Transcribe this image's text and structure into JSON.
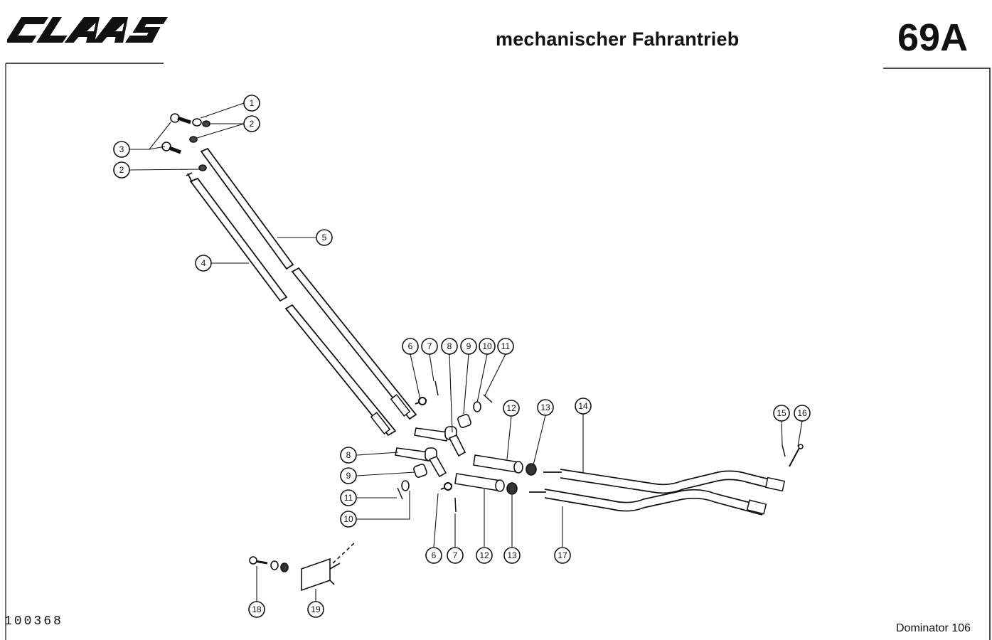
{
  "header": {
    "brand": "CLAAS",
    "title": "mechanischer Fahrantrieb",
    "sheet_number": "69A"
  },
  "footer": {
    "document_number": "100368",
    "model": "Dominator 106"
  },
  "callouts": [
    "1",
    "2",
    "3",
    "2",
    "5",
    "4",
    "6",
    "7",
    "8",
    "9",
    "10",
    "11",
    "12",
    "13",
    "14",
    "15",
    "16",
    "8",
    "9",
    "11",
    "10",
    "6",
    "7",
    "12",
    "13",
    "17",
    "18",
    "19"
  ]
}
